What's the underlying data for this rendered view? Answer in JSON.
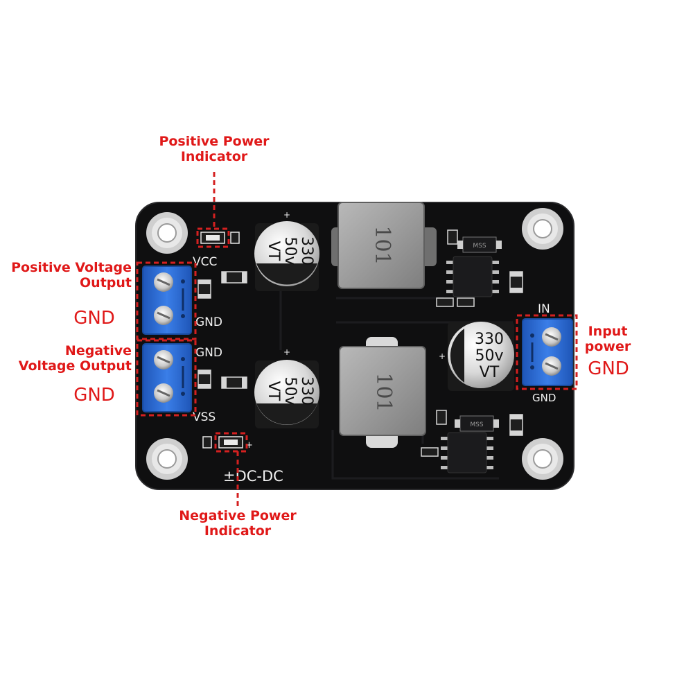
{
  "callouts": {
    "positive_power_indicator": [
      "Positive Power",
      "Indicator"
    ],
    "negative_power_indicator": [
      "Negative Power",
      "Indicator"
    ],
    "positive_voltage_output": [
      "Positive Voltage",
      "Output"
    ],
    "negative_voltage_output": [
      "Negative",
      "Voltage Output"
    ],
    "input_power": [
      "Input",
      "power"
    ],
    "gnd_positive_output": "GND",
    "gnd_negative_output": "GND",
    "gnd_input": "GND"
  },
  "silkscreen": {
    "vcc": "VCC",
    "gnd_top": "GND",
    "gnd_mid": "GND",
    "vss": "VSS",
    "in": "IN",
    "gnd_input": "GND",
    "board_name": "±DC-DC",
    "plus_sign": "+"
  },
  "components": {
    "inductor_marking": "101",
    "capacitor_marking": [
      "330",
      "50v",
      "VT"
    ],
    "regulator_marking": "MSS"
  },
  "colors": {
    "pcb": "#0f0f10",
    "terminal_block": "#2f6fd6",
    "callout_red": "#e01818",
    "silkscreen": "#f2f2f2"
  }
}
